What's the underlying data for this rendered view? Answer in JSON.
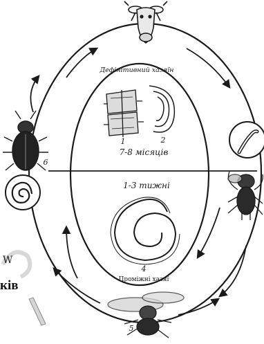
{
  "diagram": {
    "inner_top_label": "Дефінітивний хазяїн",
    "num_1": "1",
    "num_2": "2",
    "top_duration": "7-8 місяців",
    "bottom_duration": "1-3 тижні",
    "num_4": "4",
    "inner_bottom_label": "Проміжні хазяї",
    "num_5": "5",
    "num_6": "6",
    "watermark_fragment": "ків",
    "watermark_small": "W"
  },
  "icons": {
    "cow": "cow-head-icon",
    "larva": "larva-icon",
    "fly_right": "fly-icon",
    "fly_bottom": "housefly-icon",
    "beetle": "beetle-icon",
    "coiled_larva": "coiled-larva-icon",
    "worm": "coiled-worm-icon",
    "vertebrae": "vertebra-icon"
  },
  "colors": {
    "ink": "#1a1a1a",
    "background": "#ffffff"
  }
}
